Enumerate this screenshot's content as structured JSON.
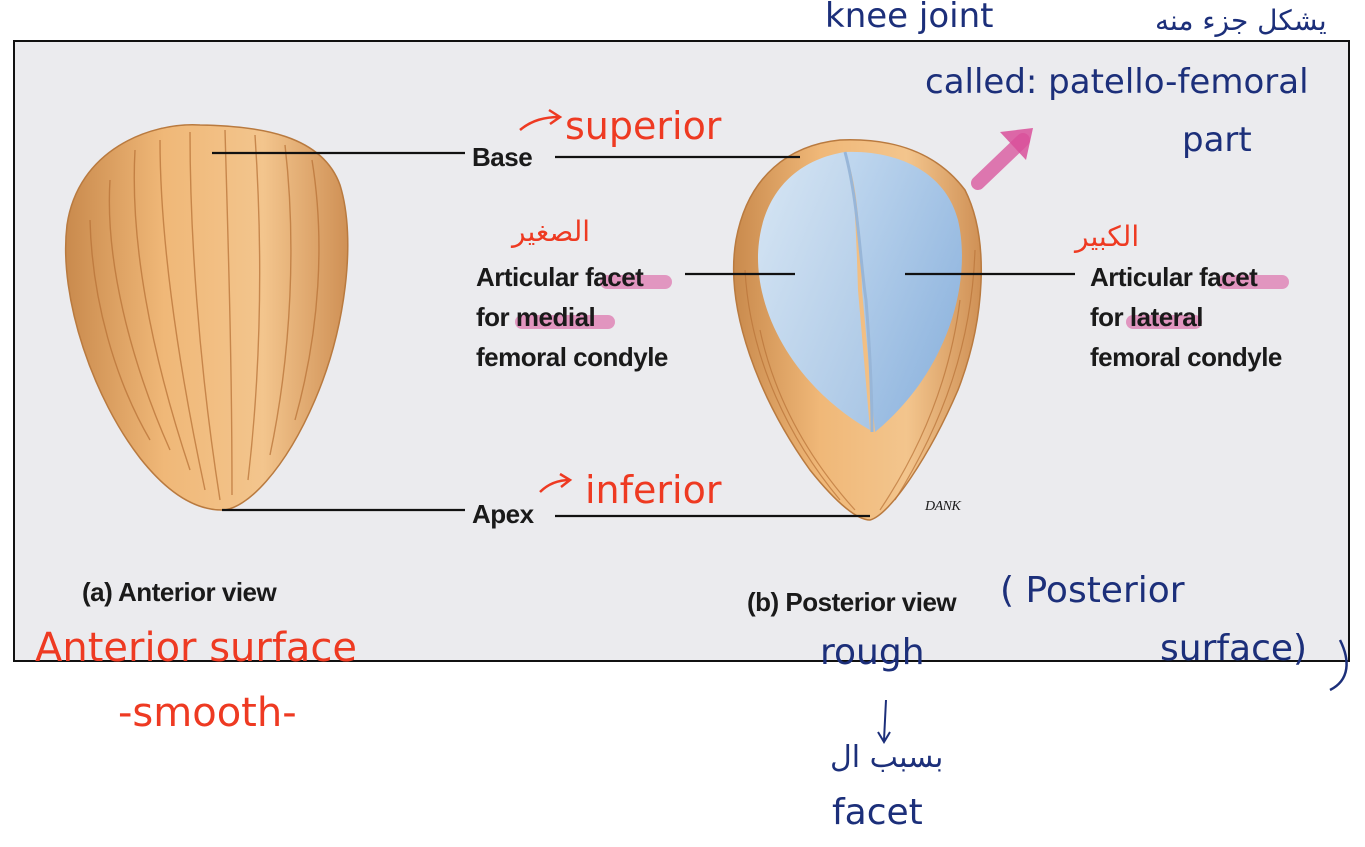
{
  "figure": {
    "labels": {
      "base": "Base",
      "apex": "Apex",
      "facet_medial": [
        "Articular facet",
        "for medial",
        "femoral condyle"
      ],
      "facet_lateral": [
        "Articular facet",
        "for lateral",
        "femoral condyle"
      ],
      "view_a": "(a) Anterior view",
      "view_b": "(b) Posterior view",
      "artist": "DANK"
    }
  },
  "annotations": {
    "superior": "superior",
    "inferior": "inferior",
    "arabic_medial": "الصغير",
    "arabic_lateral": "الكبير",
    "knee_line1": "knee joint",
    "knee_arabic": "يشكل جزء منه",
    "knee_line2": "called: patello-femoral",
    "knee_line3": "part",
    "anterior_surface": "Anterior surface",
    "smooth": "-smooth-",
    "posterior_surface_1": "( Posterior",
    "posterior_surface_2": "surface)",
    "rough": "rough",
    "because_arabic": "بسبب ال",
    "facet": "facet"
  },
  "colors": {
    "bone": "#e7a868",
    "cartilage": "#b9d3ec",
    "pen_red": "#ee3a22",
    "pen_navy": "#1c2f7a",
    "highlight": "#d9509a"
  }
}
